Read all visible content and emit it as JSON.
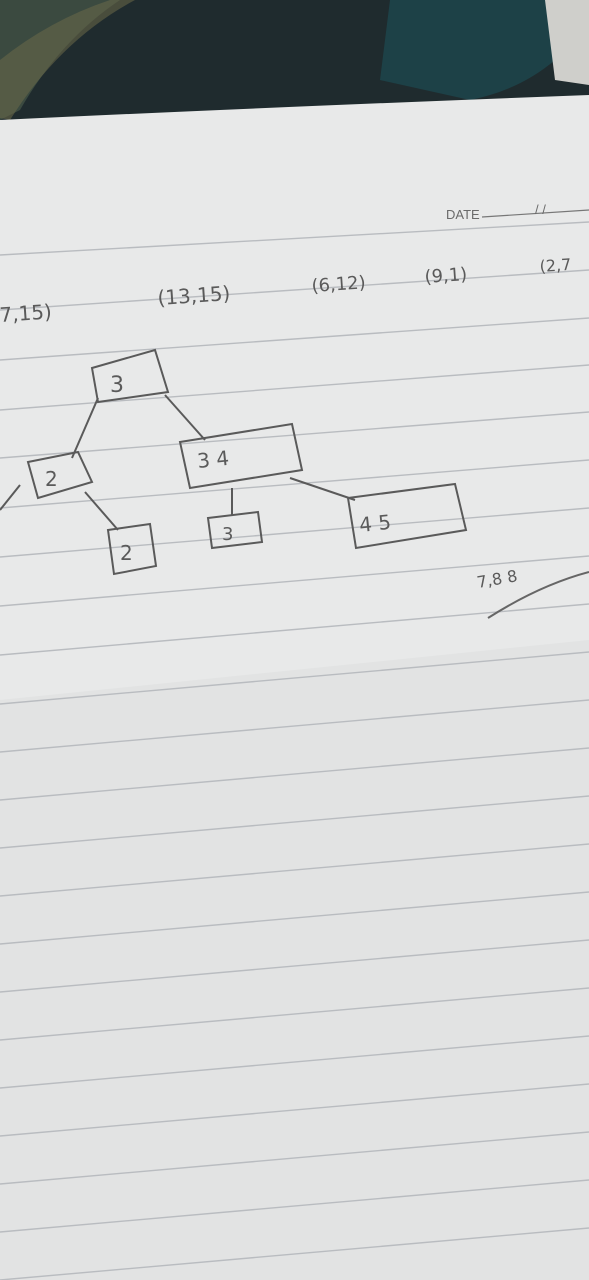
{
  "header": {
    "date_label": "DATE",
    "date_slashes": "/   /"
  },
  "pairs": [
    {
      "text": "7,15)"
    },
    {
      "text": "(13,15)"
    },
    {
      "text": "(6,12)"
    },
    {
      "text": "(9,1)"
    },
    {
      "text": "(2,7"
    }
  ],
  "tree": {
    "root": "3",
    "left": "2",
    "left_child": "2",
    "right": "3  4",
    "right_child_a": "3",
    "right_child_b": "4  5"
  },
  "note": "7,8  8",
  "colors": {
    "paper": "#e9eaea",
    "rule": "#b9bcc0",
    "pencil": "#5a5a5a"
  }
}
